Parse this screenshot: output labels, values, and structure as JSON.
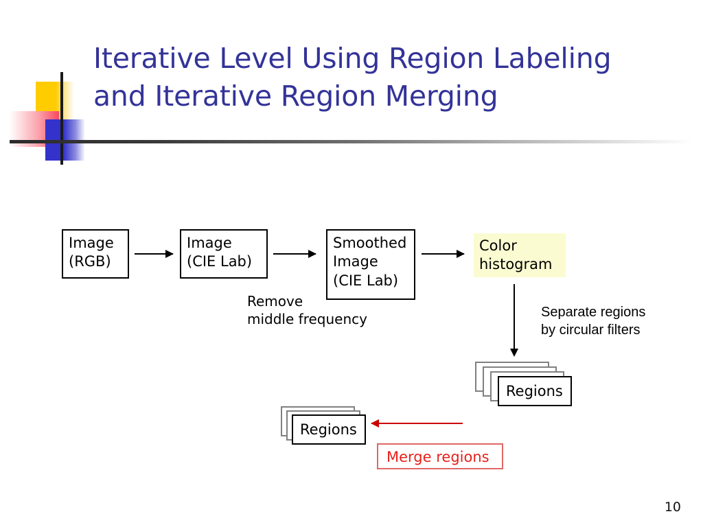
{
  "slide": {
    "title_lines": [
      "Iterative Level Using Region Labeling",
      "and Iterative Region Merging"
    ],
    "page_number": "10",
    "title_color": "#333399"
  },
  "logo": {
    "yellow": "#FFCC00",
    "red": "#F8485E",
    "blue": "#3333CC",
    "rule": "#2b2b2b"
  },
  "diagram": {
    "nodes": [
      {
        "id": "image-rgb",
        "label": "Image\n(RGB)"
      },
      {
        "id": "image-cielab",
        "label": "Image\n(CIE Lab)"
      },
      {
        "id": "smoothed-image",
        "label": "Smoothed\nImage\n(CIE Lab)"
      },
      {
        "id": "color-histogram",
        "label": "Color\nhistogram",
        "fill": "#FBFBD2"
      }
    ],
    "captions": [
      {
        "id": "remove-middle-frequency",
        "text": "Remove\nmiddle frequency"
      },
      {
        "id": "separate-regions",
        "text": "Separate regions\nby circular filters"
      }
    ],
    "stacks": [
      {
        "id": "regions-upper",
        "label": "Regions",
        "sheets": 4
      },
      {
        "id": "regions-lower",
        "label": "Regions",
        "sheets": 3
      }
    ],
    "merge": {
      "id": "merge-regions",
      "label": "Merge regions",
      "color": "#E8201A"
    }
  }
}
